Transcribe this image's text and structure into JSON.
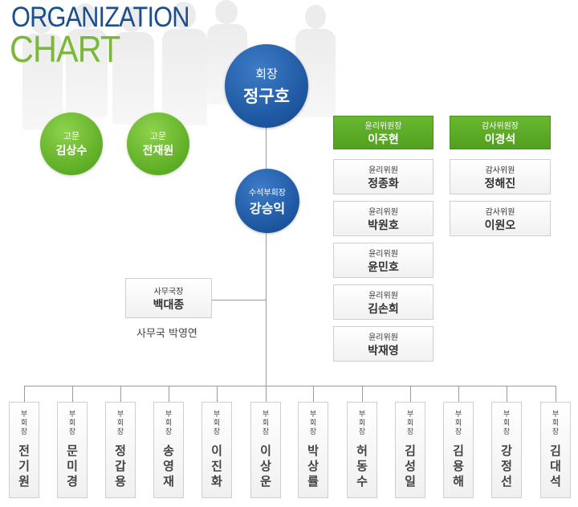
{
  "title": {
    "line1": "ORGANIZATION",
    "line2": "CHART"
  },
  "chairman": {
    "role": "회장",
    "name": "정구호"
  },
  "advisors": [
    {
      "role": "고문",
      "name": "김상수"
    },
    {
      "role": "고문",
      "name": "전재원"
    }
  ],
  "vice_chairman": {
    "role": "수석부회장",
    "name": "강승익"
  },
  "secretariat": {
    "role": "사무국장",
    "name": "백대종",
    "staff": "사무국 박영연"
  },
  "ethics": {
    "head": {
      "role": "윤리위원장",
      "name": "이주현"
    },
    "members": [
      {
        "role": "윤리위원",
        "name": "정종화"
      },
      {
        "role": "윤리위원",
        "name": "박원호"
      },
      {
        "role": "윤리위원",
        "name": "윤민호"
      },
      {
        "role": "윤리위원",
        "name": "김손희"
      },
      {
        "role": "윤리위원",
        "name": "박재영"
      }
    ]
  },
  "audit": {
    "head": {
      "role": "감사위원장",
      "name": "이경석"
    },
    "members": [
      {
        "role": "감사위원",
        "name": "정해진"
      },
      {
        "role": "감사위원",
        "name": "이원오"
      }
    ]
  },
  "vice_presidents": [
    {
      "role": "부회장",
      "name": "전기원"
    },
    {
      "role": "부회장",
      "name": "문미경"
    },
    {
      "role": "부회장",
      "name": "정갑용"
    },
    {
      "role": "부회장",
      "name": "송영재"
    },
    {
      "role": "부회장",
      "name": "이진화"
    },
    {
      "role": "부회장",
      "name": "이상운"
    },
    {
      "role": "부회장",
      "name": "박상률"
    },
    {
      "role": "부회장",
      "name": "허동수"
    },
    {
      "role": "부회장",
      "name": "김성일"
    },
    {
      "role": "부회장",
      "name": "김용해"
    },
    {
      "role": "부회장",
      "name": "강정선"
    },
    {
      "role": "부회장",
      "name": "김대석"
    }
  ]
}
